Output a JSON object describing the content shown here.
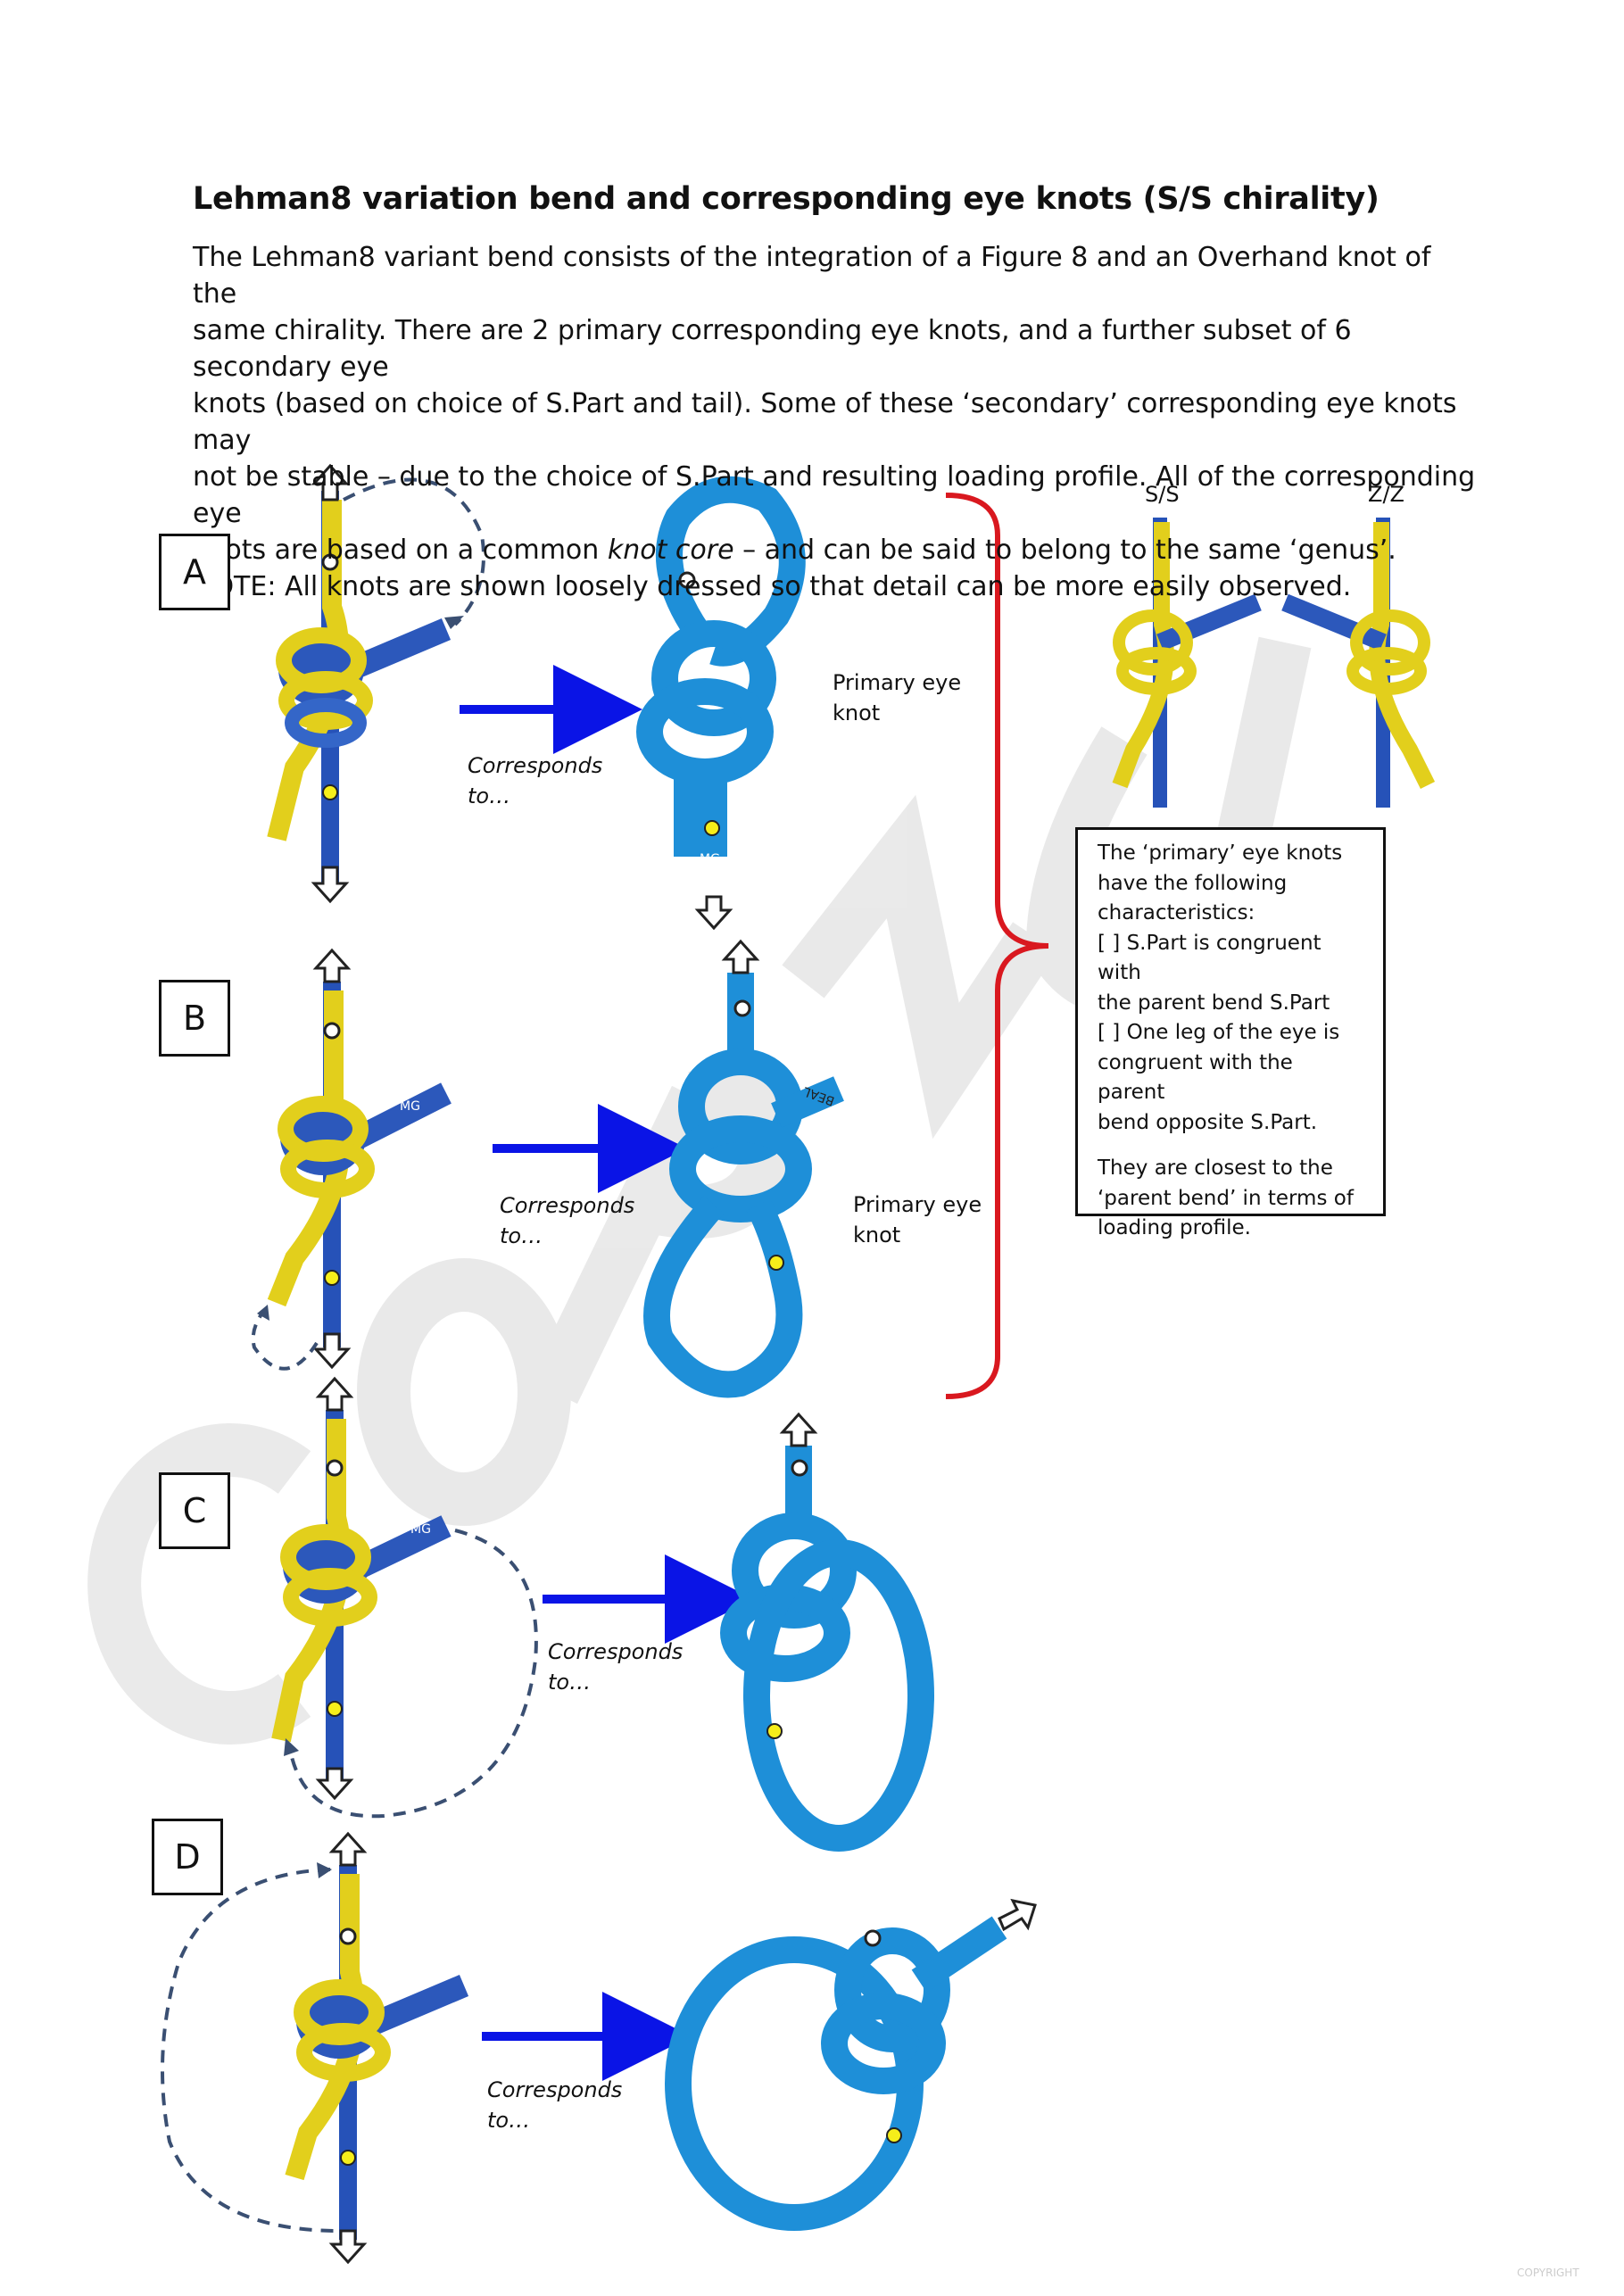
{
  "title": "Lehman8 variation bend and corresponding eye knots (S/S chirality)",
  "intro": {
    "line1": "The Lehman8 variant bend consists of the integration of a Figure 8 and an Overhand knot of the",
    "line2": "same chirality. There are 2 primary corresponding eye knots, and a further subset of 6 secondary eye",
    "line3": "knots (based on choice of S.Part and tail). Some of these ‘secondary’ corresponding eye knots may",
    "line4": "not be stable – due to the choice of S.Part and resulting loading profile. All of the corresponding eye",
    "line5_pre": "knots are based on a common ",
    "line5_em": "knot core",
    "line5_post": " – and can be said to belong to the same ‘genus’.",
    "note": "NOTE: All knots are shown loosely dressed so that detail can be more easily observed."
  },
  "panels": [
    {
      "letter": "A",
      "corresponds": "Corresponds",
      "to": "to…",
      "primary1": "Primary eye",
      "primary2": "knot"
    },
    {
      "letter": "B",
      "corresponds": "Corresponds",
      "to": "to…",
      "primary1": "Primary eye",
      "primary2": "knot"
    },
    {
      "letter": "C",
      "corresponds": "Corresponds",
      "to": "to…"
    },
    {
      "letter": "D",
      "corresponds": "Corresponds",
      "to": "to…"
    }
  ],
  "chirality": {
    "ss": "S/S",
    "zz": "Z/Z"
  },
  "infobox": {
    "l1": "The ‘primary’ eye knots",
    "l2": "have the following",
    "l3": "characteristics:",
    "l4": "[ ] S.Part is congruent with",
    "l5": "the parent bend S.Part",
    "l6": "[ ] One leg of the eye is",
    "l7": "congruent with the parent",
    "l8": "bend opposite S.Part.",
    "l9": "They are closest to the",
    "l10": "‘parent bend’ in terms of",
    "l11": "loading profile."
  },
  "rope_labels": {
    "mg": "MG",
    "beal": "BEAL"
  },
  "watermark": "COPYRIGHT",
  "colors": {
    "rope_blue": "#1e8fd8",
    "rope_yellow": "#e8d21e",
    "arrow_blue": "#0a14e6",
    "bracket_red": "#d9181f",
    "dash": "#3a4f72"
  }
}
